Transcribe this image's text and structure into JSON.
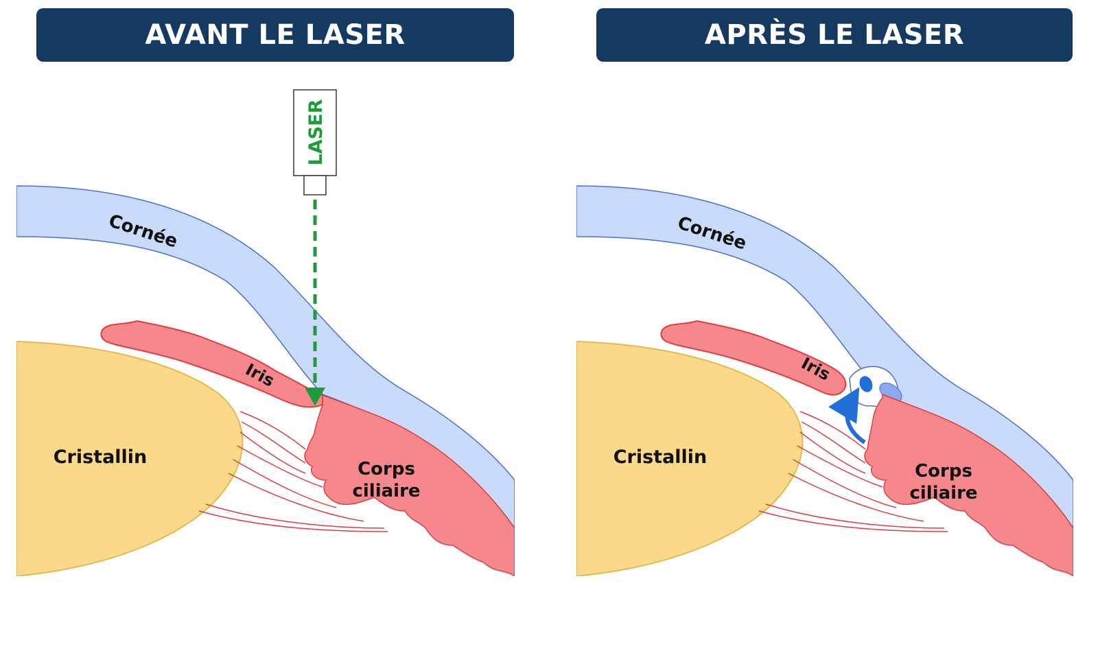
{
  "panels": {
    "before": {
      "title": "AVANT LE LASER",
      "labels": {
        "cornea": "Cornée",
        "iris": "Iris",
        "lens": "Cristallin",
        "ciliary_line1": "Corps",
        "ciliary_line2": "ciliaire"
      },
      "laser_label": "LASER"
    },
    "after": {
      "title": "APRÈS LE LASER",
      "labels": {
        "cornea": "Cornée",
        "iris": "Iris",
        "lens": "Cristallin",
        "ciliary_line1": "Corps",
        "ciliary_line2": "ciliaire"
      }
    }
  },
  "colors": {
    "header_bg": "#163a5f",
    "cornea": "#c9dafb",
    "cornea_edge": "#4a6fd1",
    "iris": "#f4888c",
    "iris_edge": "#e03b3f",
    "lens": "#fbd98a",
    "lens_edge": "#e2b84f",
    "laser": "#1f9b3b",
    "flow_arrow": "#1f6fd6"
  }
}
